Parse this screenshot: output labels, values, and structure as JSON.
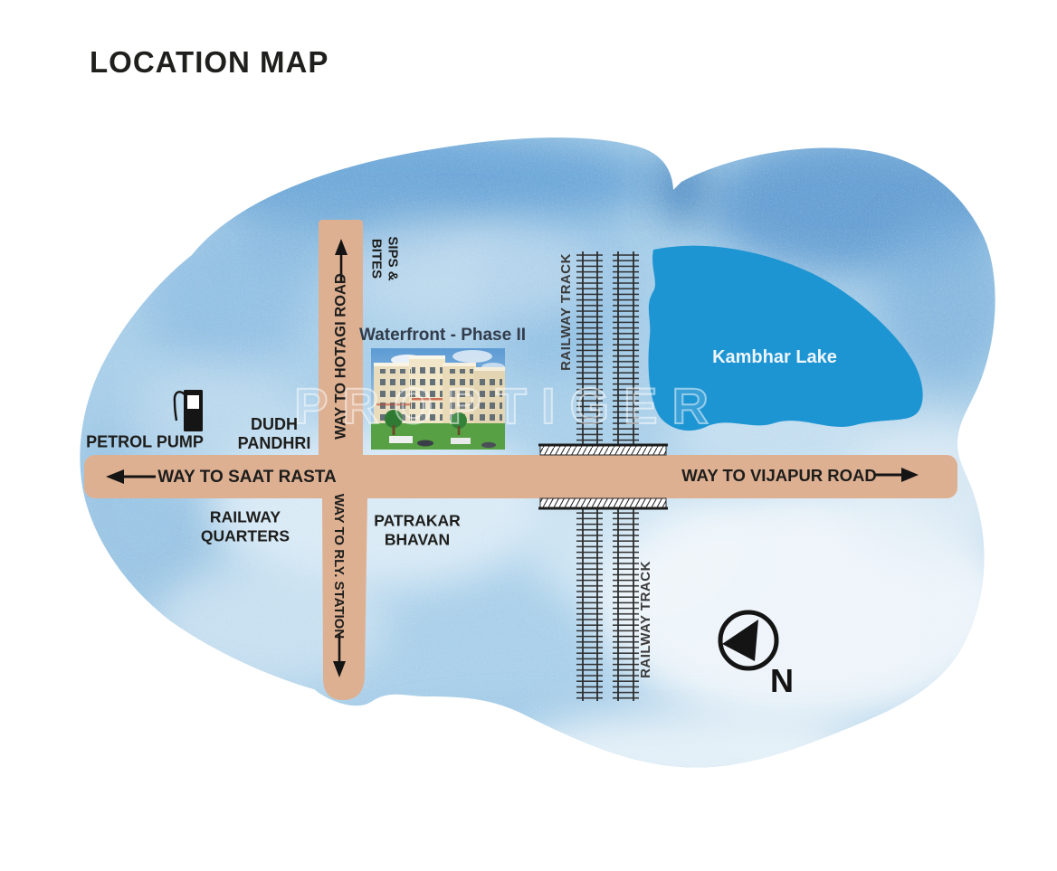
{
  "title": "LOCATION MAP",
  "watermark": "PROPTIGER",
  "map": {
    "project": {
      "label": "Waterfront - Phase II"
    },
    "lake": {
      "label": "Kambhar Lake",
      "color": "#1e95d3"
    },
    "roads": {
      "hotagi_label": "WAY TO HOTAGI ROAD",
      "saat_rasta_label": "WAY TO SAAT RASTA",
      "vijapur_label": "WAY TO VIJAPUR ROAD",
      "rly_station_label": "WAY TO RLY. STATION",
      "color": "#deb092"
    },
    "railway": {
      "track_label": "RAILWAY TRACK"
    },
    "places": {
      "sips_bites": {
        "line1": "SIPS &",
        "line2": "BITES"
      },
      "petrol_pump": {
        "label": "PETROL PUMP"
      },
      "dudh_pandhri": {
        "line1": "DUDH",
        "line2": "PANDHRI"
      },
      "railway_quarters": {
        "line1": "RAILWAY",
        "line2": "QUARTERS"
      },
      "patrakar_bhavan": {
        "line1": "PATRAKAR",
        "line2": "BHAVAN"
      }
    },
    "compass": {
      "label": "N"
    },
    "colors": {
      "map_base": "#a9cfe9",
      "road": "#deb092",
      "lake": "#1e95d3",
      "label_text": "#1d1d1b"
    }
  }
}
